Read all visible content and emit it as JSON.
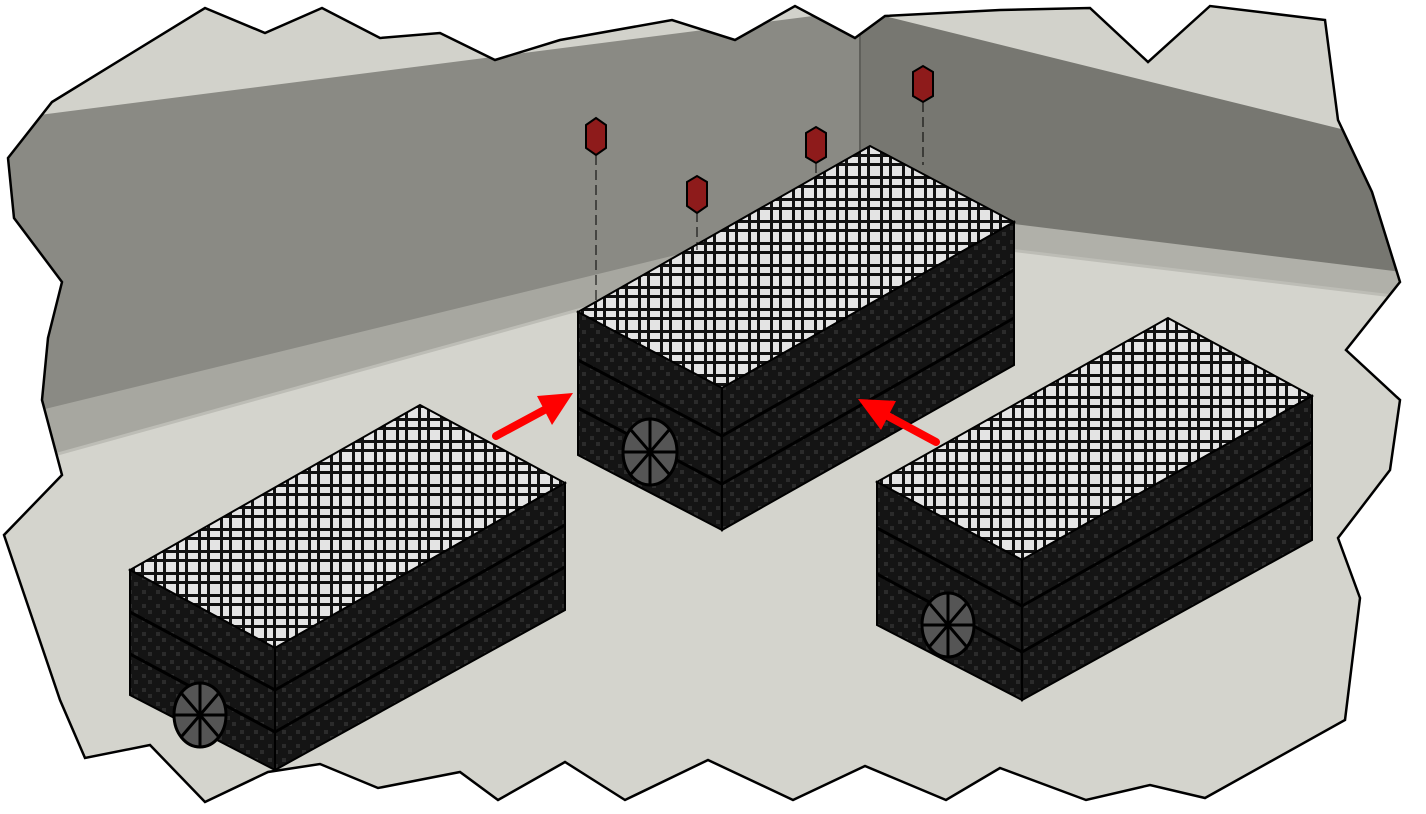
{
  "diagram": {
    "subject": "assembly-step",
    "colors": {
      "ground": "#d2d2cb",
      "wall_dark": "#75756f",
      "wall_mid": "#9a9a93",
      "block_black": "#161616",
      "block_line": "#000000",
      "top_light": "#e4e4e4",
      "clip_red": "#8e1b1b",
      "arrow_red": "#ff0000",
      "outline": "#000000"
    },
    "blocks": [
      {
        "id": "left-block",
        "role": "being-moved",
        "has_side_port": true
      },
      {
        "id": "center-block",
        "role": "target",
        "has_side_port": true
      },
      {
        "id": "right-block",
        "role": "being-moved",
        "has_side_port": true
      }
    ],
    "arrows": [
      {
        "id": "arrow-left-to-center",
        "direction": "toward-center"
      },
      {
        "id": "arrow-right-to-center",
        "direction": "toward-center"
      }
    ],
    "clips": {
      "count": 4,
      "color": "red"
    }
  }
}
